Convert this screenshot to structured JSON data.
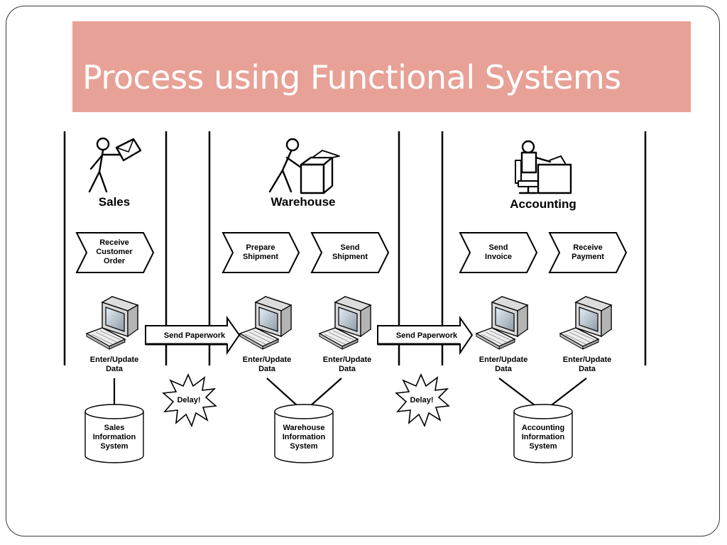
{
  "slide": {
    "title": "Process using Functional Systems"
  },
  "departments": {
    "sales": "Sales",
    "warehouse": "Warehouse",
    "accounting": "Accounting"
  },
  "steps": {
    "receive_order": [
      "Receive",
      "Customer",
      "Order"
    ],
    "prepare_shipment": [
      "Prepare",
      "Shipment"
    ],
    "send_shipment": [
      "Send",
      "Shipment"
    ],
    "send_invoice": [
      "Send",
      "Invoice"
    ],
    "receive_payment": [
      "Receive",
      "Payment"
    ]
  },
  "computers": {
    "label": [
      "Enter/Update",
      "Data"
    ]
  },
  "transfers": {
    "send_paperwork": "Send Paperwork"
  },
  "delays": {
    "label": "Delay!"
  },
  "databases": {
    "sales": [
      "Sales",
      "Information",
      "System"
    ],
    "warehouse": [
      "Warehouse",
      "Information",
      "System"
    ],
    "accounting": [
      "Accounting",
      "Information",
      "System"
    ]
  }
}
